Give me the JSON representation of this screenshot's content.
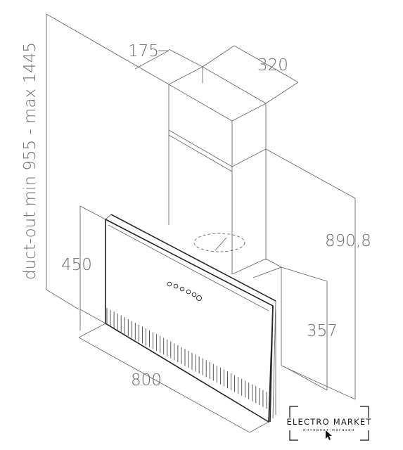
{
  "diagram": {
    "dimensions": {
      "duct_depth": "175",
      "duct_width": "320",
      "total_height": "890,8",
      "hood_height": "450",
      "lower_height": "357",
      "width": "800",
      "duct_out": "duct-out min 955 - max 1445"
    }
  },
  "brand": {
    "name": "ELECTRO MARKET",
    "tagline": "интернет-магазин"
  }
}
